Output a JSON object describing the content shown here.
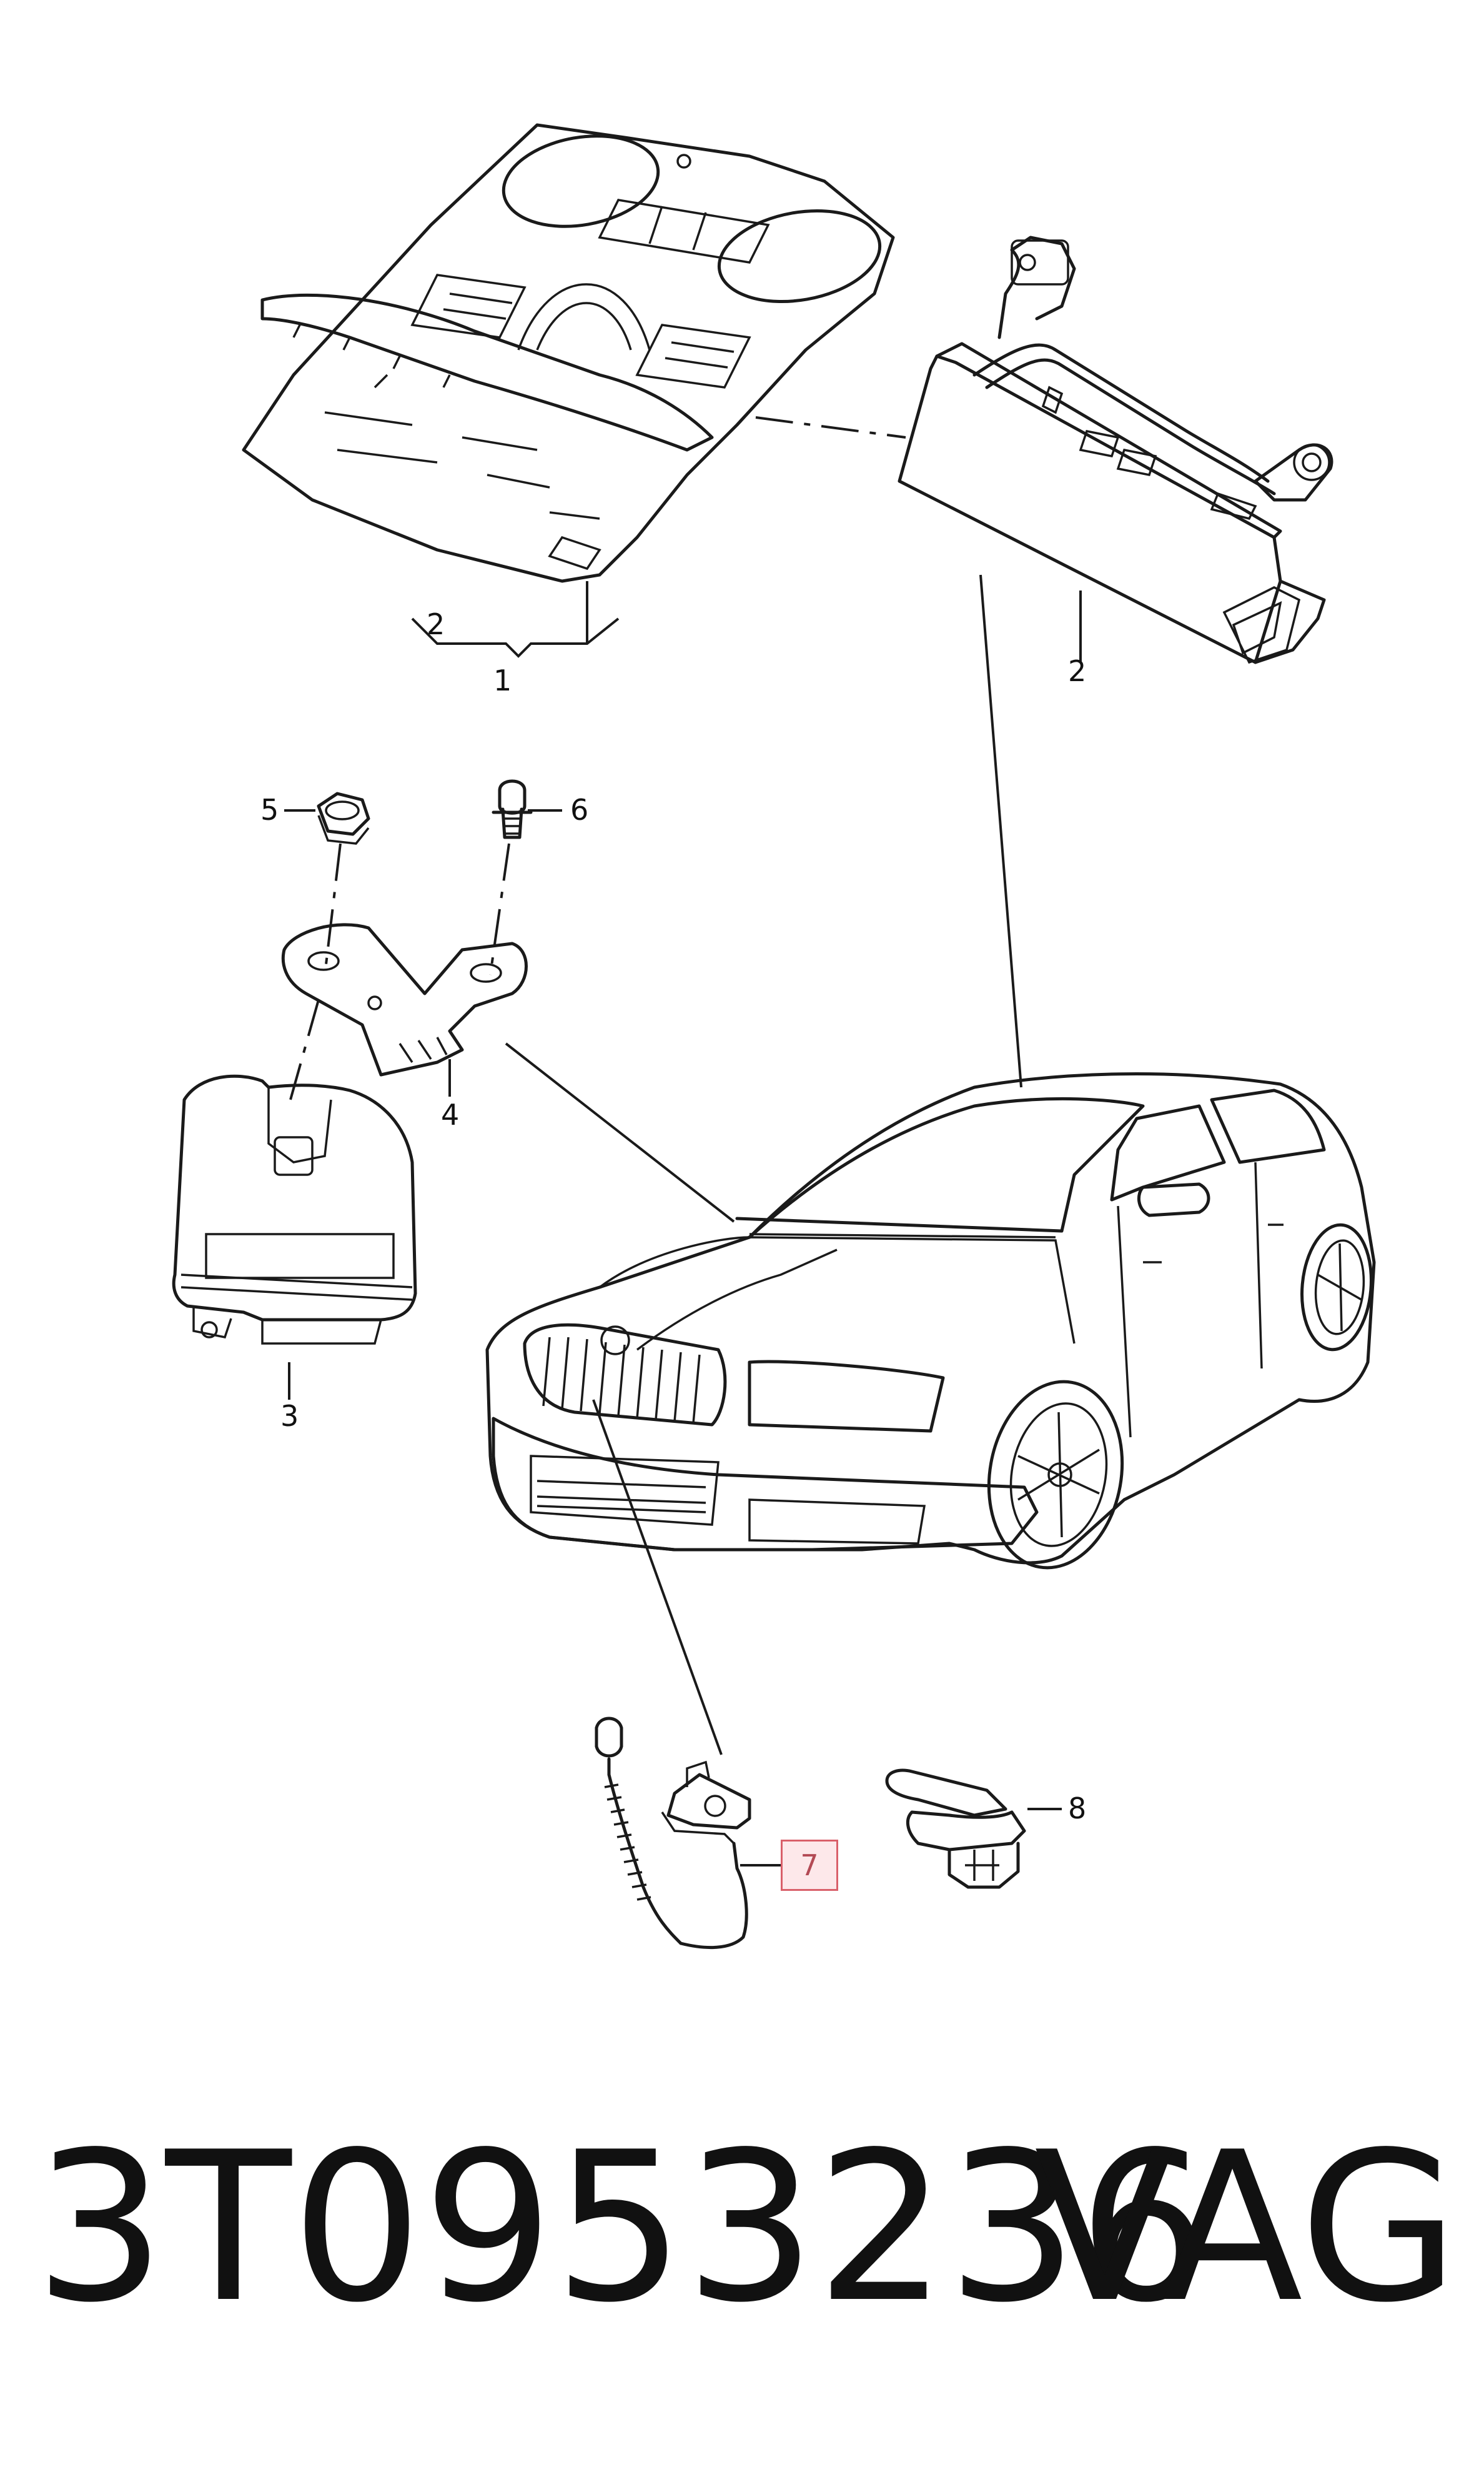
{
  "diagram": {
    "callouts": {
      "c1": "1",
      "c2a": "2",
      "c2b": "2",
      "c3": "3",
      "c4": "4",
      "c5": "5",
      "c6": "6",
      "c7": "7",
      "c8": "8"
    },
    "highlight_color": "#fde8ea",
    "highlight_border_color": "#d9606a"
  },
  "footer": {
    "part_number": "3T0953236",
    "brand": "VAG"
  }
}
